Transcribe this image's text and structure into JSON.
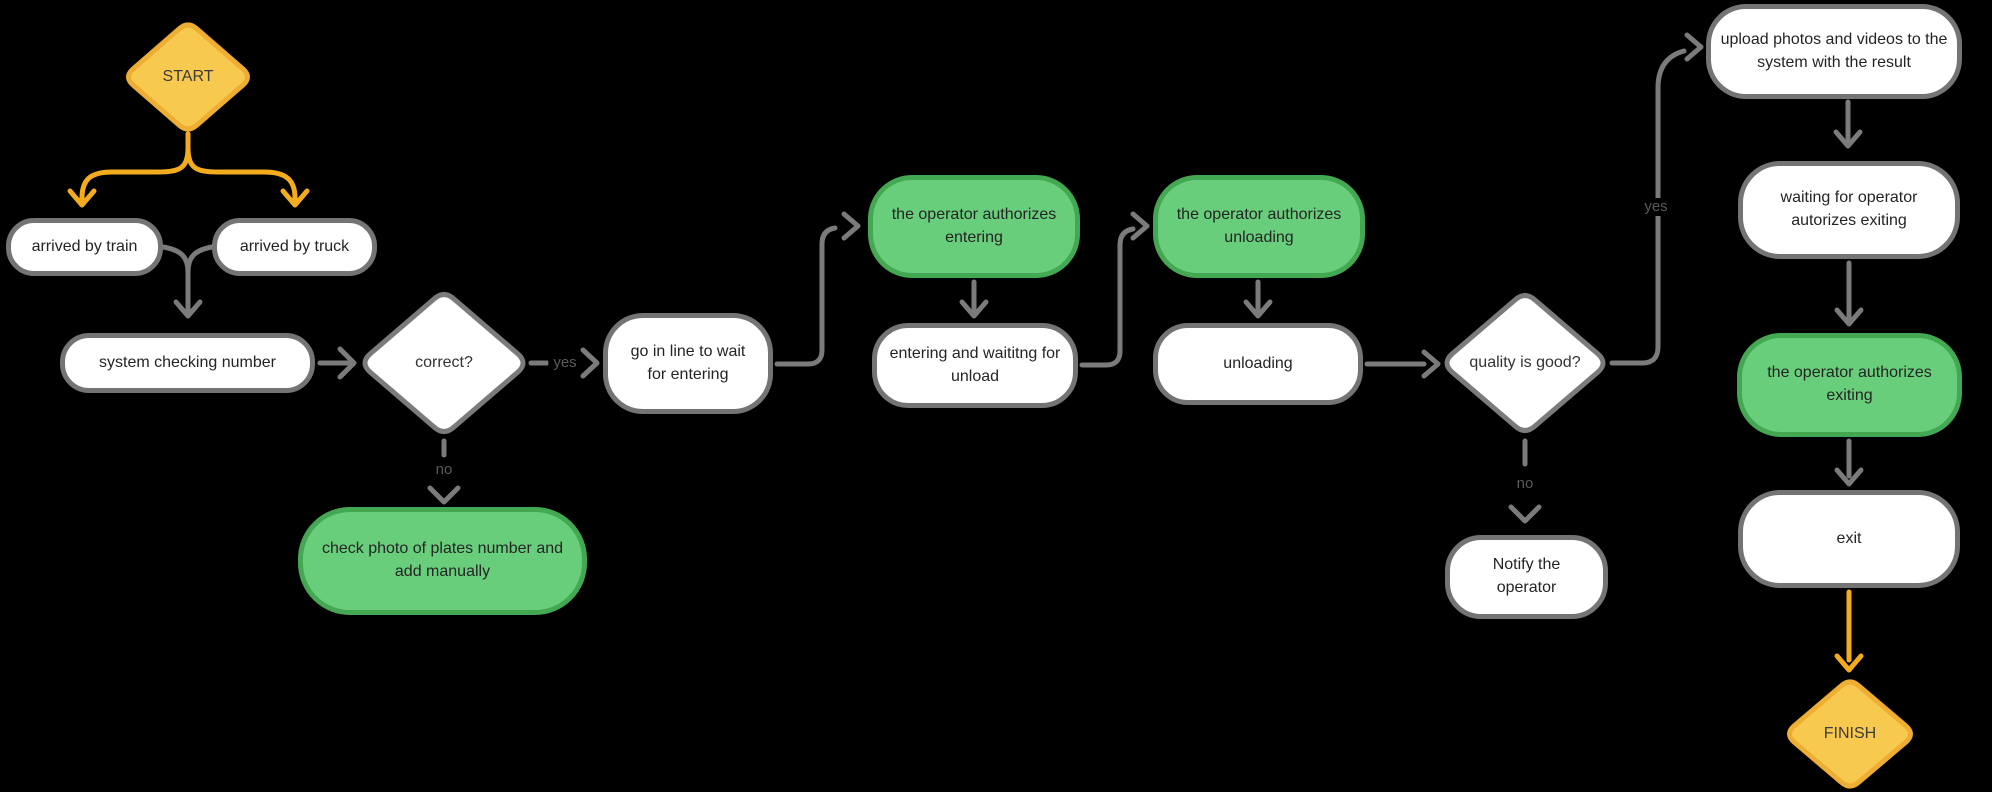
{
  "diagram": {
    "background": "#000000",
    "nodes": {
      "start": {
        "label": "START",
        "shape": "diamond",
        "variant": "yellow"
      },
      "arrived_by_train": {
        "label": "arrived by train",
        "shape": "process",
        "variant": "white"
      },
      "arrived_by_truck": {
        "label": "arrived by truck",
        "shape": "process",
        "variant": "white"
      },
      "system_checking_number": {
        "label": "system checking number",
        "shape": "process",
        "variant": "white"
      },
      "correct": {
        "label": "correct?",
        "shape": "diamond",
        "variant": "white"
      },
      "check_photo": {
        "label": "check photo of plates number and add manually",
        "shape": "process",
        "variant": "green"
      },
      "go_in_line": {
        "label": "go in line to wait for entering",
        "shape": "process",
        "variant": "white"
      },
      "authorizes_entering": {
        "label": "the operator authorizes entering",
        "shape": "process",
        "variant": "green"
      },
      "entering_and_waiting": {
        "label": "entering and waititng for unload",
        "shape": "process",
        "variant": "white"
      },
      "authorizes_unloading": {
        "label": "the operator authorizes unloading",
        "shape": "process",
        "variant": "green"
      },
      "unloading": {
        "label": "unloading",
        "shape": "process",
        "variant": "white"
      },
      "quality_is_good": {
        "label": "quality is good?",
        "shape": "diamond",
        "variant": "white"
      },
      "notify_operator": {
        "label": "Notify the operator",
        "shape": "process",
        "variant": "white"
      },
      "upload_photos": {
        "label": "upload photos and videos to the system with the result",
        "shape": "process",
        "variant": "white"
      },
      "waiting_operator": {
        "label": "waiting for operator autorizes exiting",
        "shape": "process",
        "variant": "white"
      },
      "authorizes_exiting": {
        "label": "the operator authorizes exiting",
        "shape": "process",
        "variant": "green"
      },
      "exit": {
        "label": "exit",
        "shape": "process",
        "variant": "white"
      },
      "finish": {
        "label": "FINISH",
        "shape": "diamond",
        "variant": "yellow"
      }
    },
    "edge_labels": {
      "correct_yes": "yes",
      "correct_no": "no",
      "quality_yes": "yes",
      "quality_no": "no"
    },
    "colors": {
      "yellow_fill": "#f8c94f",
      "yellow_border": "#eead33",
      "yellow_arrow": "#f2ac1e",
      "green_fill": "#69ce7b",
      "green_border": "#44a853",
      "white_fill": "#ffffff",
      "gray_border": "#747474",
      "connector_gray": "#7b7b7b",
      "node_text": "#242424",
      "edge_label_text": "#5a5a5a"
    }
  }
}
